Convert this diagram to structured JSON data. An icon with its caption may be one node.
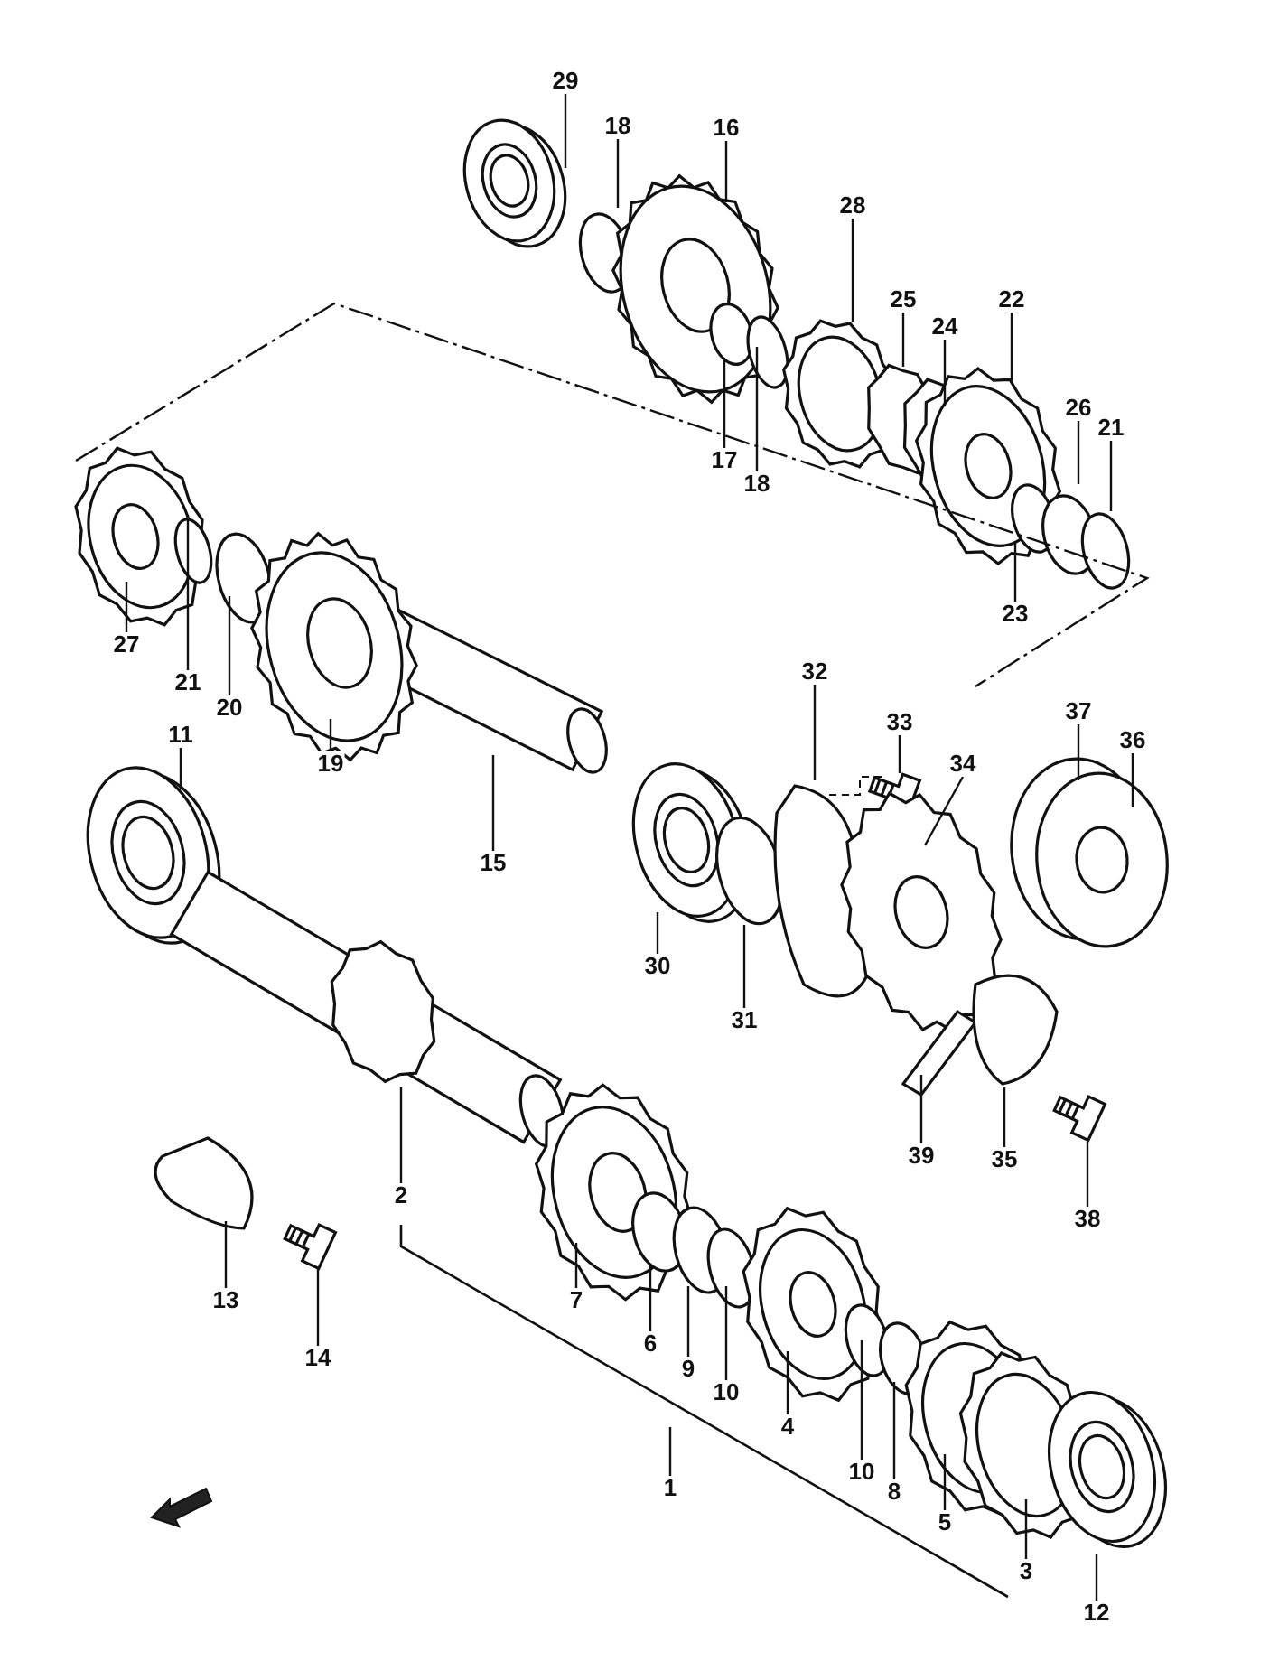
{
  "diagram": {
    "nodes": [
      {
        "text": [
          "29"
        ]
      },
      {
        "text": [
          "18"
        ]
      },
      {
        "text": [
          "16"
        ]
      },
      {
        "text": [
          "28"
        ]
      },
      {
        "text": [
          "25"
        ]
      },
      {
        "text": [
          "22"
        ]
      },
      {
        "text": [
          "24"
        ]
      },
      {
        "text": [
          "26"
        ]
      },
      {
        "text": [
          "21"
        ]
      },
      {
        "text": [
          "17"
        ]
      },
      {
        "text": [
          "18"
        ]
      },
      {
        "text": [
          "23"
        ]
      },
      {
        "text": [
          "27"
        ]
      },
      {
        "text": [
          "32"
        ]
      },
      {
        "text": [
          "21"
        ]
      },
      {
        "text": [
          "20"
        ]
      },
      {
        "text": [
          "37"
        ]
      },
      {
        "text": [
          "33"
        ]
      },
      {
        "text": [
          "11"
        ]
      },
      {
        "text": [
          "36"
        ]
      },
      {
        "text": [
          "34"
        ]
      },
      {
        "text": [
          "19"
        ]
      },
      {
        "text": [
          "15"
        ]
      },
      {
        "text": [
          "30"
        ]
      },
      {
        "text": [
          "31"
        ]
      },
      {
        "text": [
          "39"
        ]
      },
      {
        "text": [
          "35"
        ]
      },
      {
        "text": [
          "2"
        ]
      },
      {
        "text": [
          "38"
        ]
      },
      {
        "text": [
          "7"
        ]
      },
      {
        "text": [
          "13"
        ]
      },
      {
        "text": [
          "6"
        ]
      },
      {
        "text": [
          "14"
        ]
      },
      {
        "text": [
          "9"
        ]
      },
      {
        "text": [
          "10"
        ]
      },
      {
        "text": [
          "4"
        ]
      },
      {
        "text": [
          "10"
        ]
      },
      {
        "text": [
          "1"
        ]
      },
      {
        "text": [
          "8"
        ]
      },
      {
        "text": [
          "5"
        ]
      },
      {
        "text": [
          "3"
        ]
      },
      {
        "text": [
          "12"
        ]
      }
    ],
    "edges": [
      {
        "from": 0,
        "to": null,
        "arrow": "none"
      },
      {
        "from": 1,
        "to": null,
        "arrow": "none"
      },
      {
        "from": 2,
        "to": null,
        "arrow": "none"
      },
      {
        "from": 3,
        "to": null,
        "arrow": "none"
      },
      {
        "from": 4,
        "to": null,
        "arrow": "none"
      },
      {
        "from": 5,
        "to": null,
        "arrow": "none"
      },
      {
        "from": 6,
        "to": null,
        "arrow": "none"
      },
      {
        "from": 7,
        "to": null,
        "arrow": "none"
      },
      {
        "from": 8,
        "to": null,
        "arrow": "none"
      },
      {
        "from": 9,
        "to": null,
        "arrow": "none"
      },
      {
        "from": 10,
        "to": null,
        "arrow": "none"
      },
      {
        "from": 11,
        "to": null,
        "arrow": "none"
      },
      {
        "from": 12,
        "to": null,
        "arrow": "none"
      },
      {
        "from": 13,
        "to": null,
        "arrow": "none"
      },
      {
        "from": 14,
        "to": null,
        "arrow": "none"
      },
      {
        "from": 15,
        "to": null,
        "arrow": "none"
      },
      {
        "from": 16,
        "to": null,
        "arrow": "none"
      },
      {
        "from": 17,
        "to": null,
        "arrow": "none"
      },
      {
        "from": 18,
        "to": null,
        "arrow": "none"
      },
      {
        "from": 19,
        "to": null,
        "arrow": "none"
      },
      {
        "from": 20,
        "to": null,
        "arrow": "none"
      },
      {
        "from": 21,
        "to": null,
        "arrow": "none"
      },
      {
        "from": 22,
        "to": null,
        "arrow": "none"
      },
      {
        "from": 23,
        "to": null,
        "arrow": "none"
      },
      {
        "from": 24,
        "to": null,
        "arrow": "none"
      },
      {
        "from": 25,
        "to": null,
        "arrow": "none"
      },
      {
        "from": 26,
        "to": null,
        "arrow": "none"
      },
      {
        "from": 27,
        "to": null,
        "arrow": "none"
      },
      {
        "from": 28,
        "to": null,
        "arrow": "none"
      },
      {
        "from": 29,
        "to": null,
        "arrow": "none"
      },
      {
        "from": 30,
        "to": null,
        "arrow": "none"
      },
      {
        "from": 31,
        "to": null,
        "arrow": "none"
      },
      {
        "from": 32,
        "to": null,
        "arrow": "none"
      },
      {
        "from": 33,
        "to": null,
        "arrow": "none"
      },
      {
        "from": 34,
        "to": null,
        "arrow": "none"
      },
      {
        "from": 35,
        "to": null,
        "arrow": "none"
      },
      {
        "from": 36,
        "to": null,
        "arrow": "none"
      },
      {
        "from": 37,
        "to": null,
        "arrow": "none"
      },
      {
        "from": 38,
        "to": null,
        "arrow": "none"
      },
      {
        "from": 39,
        "to": null,
        "arrow": "none"
      },
      {
        "from": 40,
        "to": null,
        "arrow": "none"
      },
      {
        "from": 41,
        "to": null,
        "arrow": "none"
      }
    ]
  }
}
